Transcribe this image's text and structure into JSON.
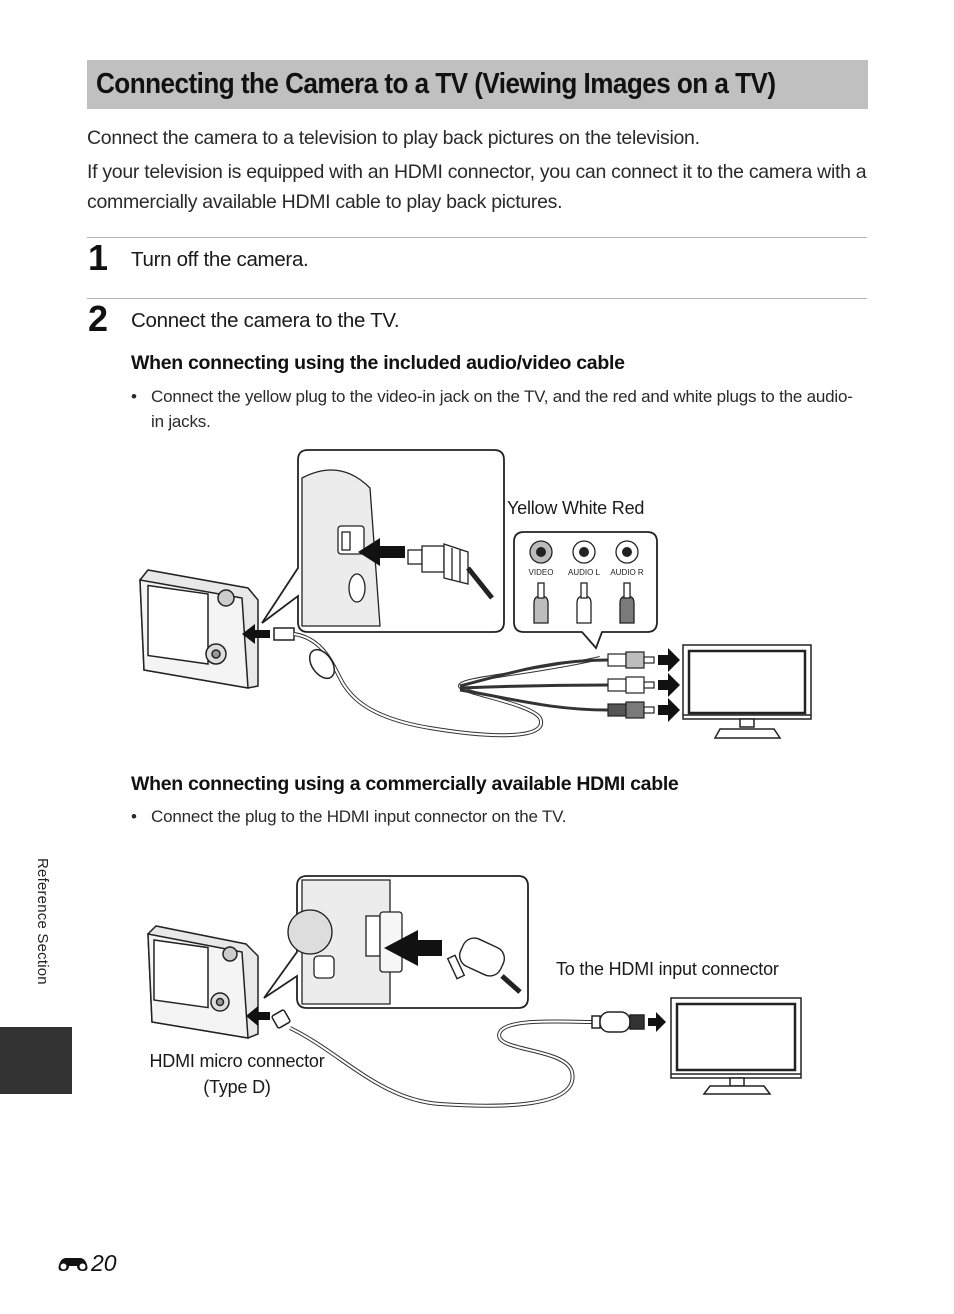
{
  "page": {
    "title": "Connecting the Camera to a TV (Viewing Images on a TV)",
    "intro": [
      "Connect the camera to a television to play back pictures on the television.",
      "If your television is equipped with an HDMI connector, you can connect it to the camera with a commercially available HDMI cable to play back pictures."
    ],
    "steps": [
      {
        "number": "1",
        "text": "Turn off the camera."
      },
      {
        "number": "2",
        "text": "Connect the camera to the TV."
      }
    ],
    "av_section": {
      "heading": "When connecting using the included audio/video cable",
      "bullet": "Connect the yellow plug to the video-in jack on the TV, and the red and white plugs to the audio-in jacks.",
      "figure": {
        "plug_colors_label": "Yellow White Red",
        "jacks": [
          "VIDEO",
          "AUDIO L",
          "AUDIO R"
        ],
        "plug_fill_colors": [
          "#bdbdbd",
          "#ffffff",
          "#7a7a7a"
        ]
      }
    },
    "hdmi_section": {
      "heading": "When connecting using a commercially available HDMI cable",
      "bullet": "Connect the plug to the HDMI input connector on the TV.",
      "figure": {
        "tv_label": "To the HDMI input connector",
        "camera_label_line1": "HDMI micro connector",
        "camera_label_line2": "(Type D)"
      }
    },
    "side_tab": {
      "label": "Reference Section",
      "color": "#333333"
    },
    "footer": {
      "icon": "binoculars-icon",
      "page_number": "20"
    }
  }
}
